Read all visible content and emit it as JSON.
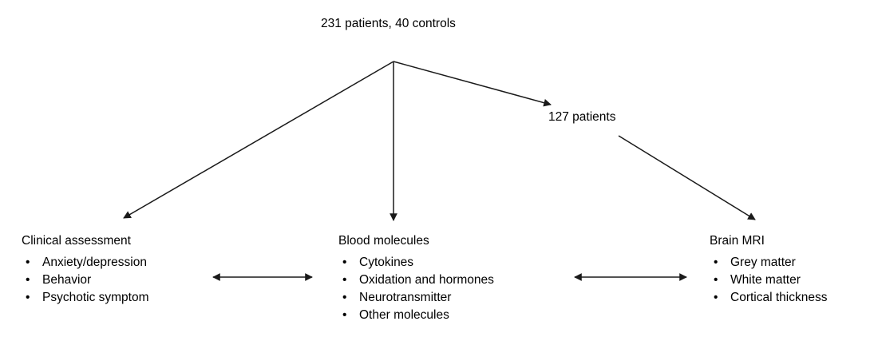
{
  "diagram": {
    "type": "flowchart",
    "root": {
      "label": "231 patients, 40 controls"
    },
    "subcohort": {
      "label": "127 patients"
    },
    "columns": [
      {
        "id": "clinical",
        "title": "Clinical assessment",
        "items": [
          "Anxiety/depression",
          "Behavior",
          "Psychotic symptom"
        ]
      },
      {
        "id": "blood",
        "title": "Blood molecules",
        "items": [
          "Cytokines",
          "Oxidation and hormones",
          "Neurotransmitter",
          "Other molecules"
        ]
      },
      {
        "id": "mri",
        "title": "Brain MRI",
        "items": [
          "Grey matter",
          "White matter",
          "Cortical thickness"
        ]
      }
    ],
    "bullet_glyph": "•",
    "colors": {
      "stroke": "#1a1a1a",
      "text": "#000000",
      "background": "#ffffff"
    },
    "connectors": [
      {
        "id": "root-to-clinical",
        "kind": "arrow",
        "direction": "one-way",
        "from": "231 patients, 40 controls",
        "to": "Clinical assessment"
      },
      {
        "id": "root-to-blood",
        "kind": "arrow",
        "direction": "one-way",
        "from": "231 patients, 40 controls",
        "to": "Blood molecules"
      },
      {
        "id": "root-to-subcohort",
        "kind": "arrow",
        "direction": "one-way",
        "from": "231 patients, 40 controls",
        "to": "127 patients"
      },
      {
        "id": "subcohort-to-mri",
        "kind": "arrow",
        "direction": "one-way",
        "from": "127 patients",
        "to": "Brain MRI"
      },
      {
        "id": "clinical-blood-link",
        "kind": "arrow",
        "direction": "two-way",
        "from": "Clinical assessment",
        "to": "Blood molecules"
      },
      {
        "id": "blood-mri-link",
        "kind": "arrow",
        "direction": "two-way",
        "from": "Blood molecules",
        "to": "Brain MRI"
      }
    ]
  }
}
